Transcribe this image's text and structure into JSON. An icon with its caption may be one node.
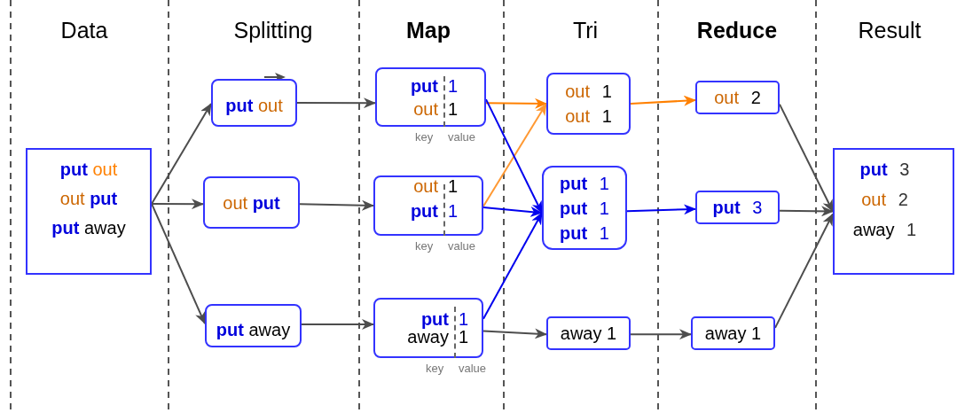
{
  "diagram": {
    "nodes": [
      {
        "text": [
          "**put** out",
          "out **put**",
          "**put** away"
        ]
      },
      {
        "text": [
          "**put** out"
        ]
      },
      {
        "text": [
          "out **put**"
        ]
      },
      {
        "text": [
          "**put** away"
        ]
      },
      {
        "text": [
          "**put** 1",
          "out 1"
        ],
        "beside": [
          "key",
          "value"
        ]
      },
      {
        "text": [
          "out 1",
          "**put** 1"
        ],
        "beside": [
          "key",
          "value"
        ]
      },
      {
        "text": [
          "**put** 1",
          "away 1"
        ],
        "beside": [
          "key",
          "value"
        ]
      },
      {
        "text": [
          "out 1",
          "out 1"
        ]
      },
      {
        "text": [
          "**put** 1",
          "**put** 1",
          "**put** 1"
        ]
      },
      {
        "text": [
          "away 1"
        ]
      },
      {
        "text": [
          "out 2"
        ]
      },
      {
        "text": [
          "**put** 3"
        ]
      },
      {
        "text": [
          "away 1"
        ]
      },
      {
        "text": [
          "**put** 3",
          "out 2",
          "away 1"
        ]
      }
    ],
    "edges": [
      {
        "from": 0,
        "to": 1,
        "arrow": "to"
      },
      {
        "from": 0,
        "to": 2,
        "arrow": "to"
      },
      {
        "from": 0,
        "to": 3,
        "arrow": "to"
      },
      {
        "from": 1,
        "to": 4,
        "arrow": "to"
      },
      {
        "from": 2,
        "to": 5,
        "arrow": "to"
      },
      {
        "from": 3,
        "to": 6,
        "arrow": "to"
      },
      {
        "from": 4,
        "to": 7,
        "arrow": "to",
        "color": "#ff8000"
      },
      {
        "from": 5,
        "to": 7,
        "arrow": "to",
        "color": "#ff9933"
      },
      {
        "from": 4,
        "to": 8,
        "arrow": "to",
        "color": "#0000ee"
      },
      {
        "from": 5,
        "to": 8,
        "arrow": "to",
        "color": "#0000ee"
      },
      {
        "from": 6,
        "to": 8,
        "arrow": "to",
        "color": "#0000ee"
      },
      {
        "from": 6,
        "to": 9,
        "arrow": "to"
      },
      {
        "from": 7,
        "to": 10,
        "arrow": "to",
        "color": "#ff8000"
      },
      {
        "from": 8,
        "to": 11,
        "arrow": "to",
        "color": "#0000ee"
      },
      {
        "from": 9,
        "to": 12,
        "arrow": "to"
      },
      {
        "from": 10,
        "to": 13,
        "arrow": "to"
      },
      {
        "from": 11,
        "to": 13,
        "arrow": "to"
      },
      {
        "from": 12,
        "to": 13,
        "arrow": "to"
      }
    ],
    "labels": [
      "Data",
      "Splitting",
      "Map",
      "Tri",
      "Reduce",
      "Result"
    ]
  }
}
